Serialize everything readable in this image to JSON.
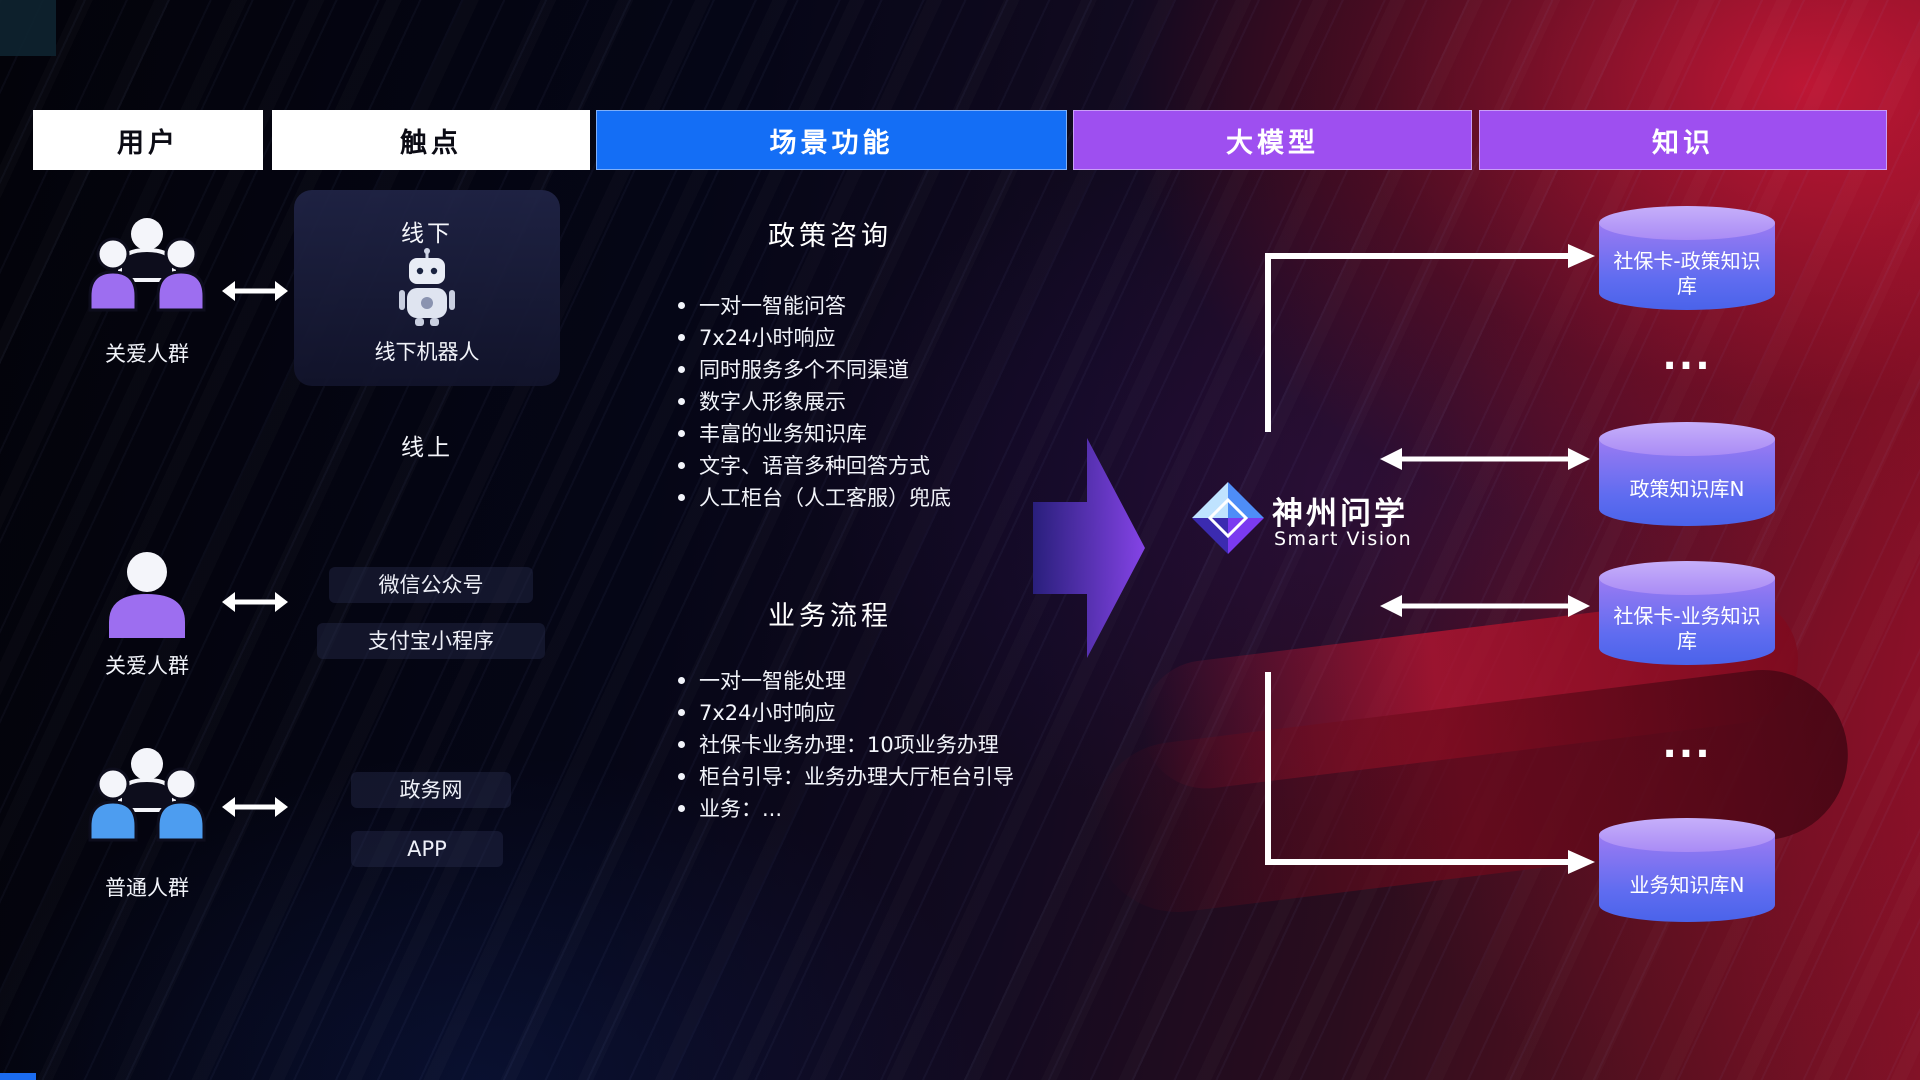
{
  "header": {
    "columns": [
      {
        "label": "用户"
      },
      {
        "label": "触点"
      },
      {
        "label": "场景功能"
      },
      {
        "label": "大模型"
      },
      {
        "label": "知识"
      }
    ]
  },
  "colors": {
    "header_blue": "#146ef5",
    "header_purple": "#9e4ff0",
    "person_purple": "#9d6ef0",
    "person_blue": "#4d9df0",
    "cylinder_top": "#b9a0f8",
    "cylinder_body_top": "#9b7bf2",
    "cylinder_body_bottom": "#4a63ea",
    "flow_arrow_start": "#2a2080",
    "flow_arrow_end": "#8a46f0",
    "arrow_white": "#ffffff"
  },
  "users": [
    {
      "label": "关爱人群"
    },
    {
      "label": "关爱人群"
    },
    {
      "label": "普通人群"
    }
  ],
  "touchpoints": {
    "offline_title": "线下",
    "offline_device": "线下机器人",
    "online_title": "线上",
    "wechat": "微信公众号",
    "alipay": "支付宝小程序",
    "gov": "政务网",
    "app": "APP"
  },
  "scenarios": [
    {
      "title": "政策咨询",
      "items": [
        "一对一智能问答",
        "7x24小时响应",
        "同时服务多个不同渠道",
        "数字人形象展示",
        "丰富的业务知识库",
        "文字、语音多种回答方式",
        "人工柜台（人工客服）兜底"
      ]
    },
    {
      "title": "业务流程",
      "items": [
        "一对一智能处理",
        "7x24小时响应",
        "社保卡业务办理：10项业务办理",
        "柜台引导：业务办理大厅柜台引导",
        "业务：..."
      ]
    }
  ],
  "model": {
    "name": "神州问学",
    "subtitle": "Smart Vision"
  },
  "knowledge": {
    "cylinders": [
      {
        "label": "社保卡-政策知识库"
      },
      {
        "label": "政策知识库N"
      },
      {
        "label": "社保卡-业务知识库"
      },
      {
        "label": "业务知识库N"
      }
    ],
    "ellipsis": "..."
  }
}
